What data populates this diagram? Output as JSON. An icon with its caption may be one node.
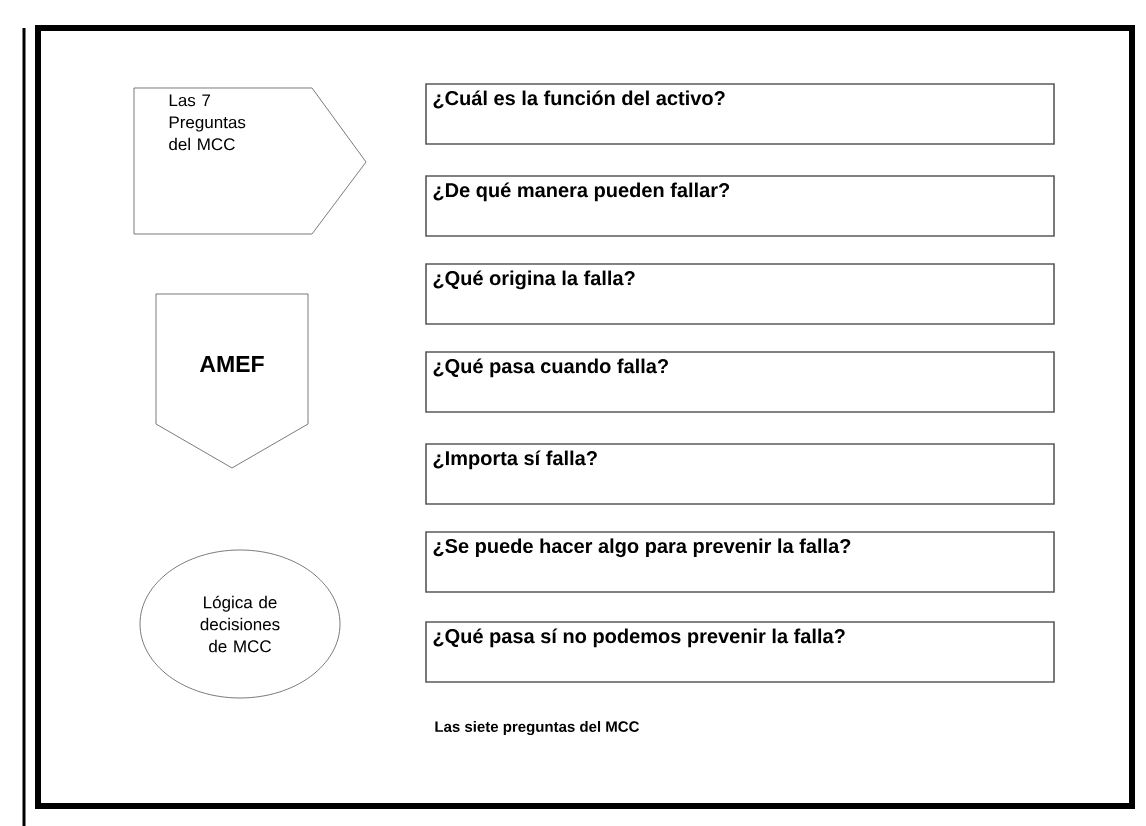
{
  "diagram": {
    "caption": "Las siete preguntas del MCC",
    "nodes": [
      {
        "text": [
          "Las 7 Preguntas del MCC"
        ]
      },
      {
        "text": [
          "AMEF"
        ]
      },
      {
        "text": [
          "Lógica de decisiones de MCC"
        ]
      },
      {
        "text": [
          "¿Cuál es la función del activo?"
        ]
      },
      {
        "text": [
          "¿De qué manera pueden fallar?"
        ]
      },
      {
        "text": [
          "¿Qué origina la falla?"
        ]
      },
      {
        "text": [
          "¿Qué pasa cuando falla?"
        ]
      },
      {
        "text": [
          "¿Importa sí falla?"
        ]
      },
      {
        "text": [
          "¿Se puede hacer algo para prevenir la falla?"
        ]
      },
      {
        "text": [
          "¿Qué pasa sí no podemos prevenir la falla?"
        ]
      }
    ]
  }
}
